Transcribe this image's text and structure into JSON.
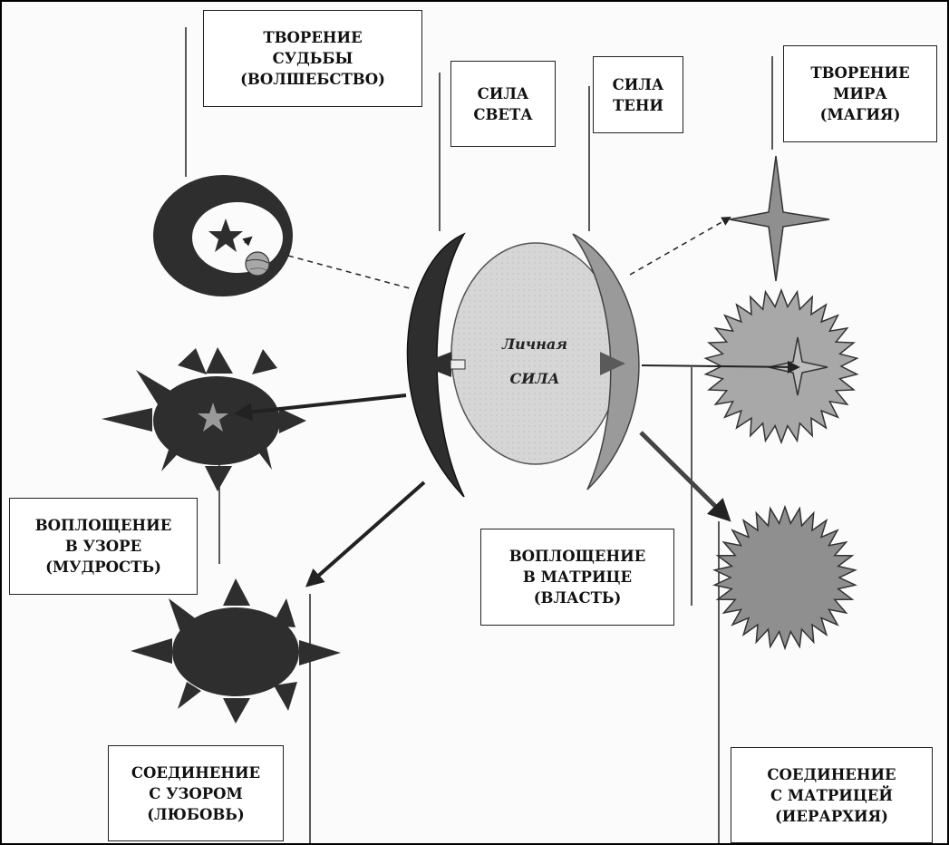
{
  "diagram": {
    "labels": {
      "destiny_creation": "ТВОРЕНИЕ\nСУДЬБЫ\n(ВОЛШЕБСТВО)",
      "light_power": "СИЛА\nСВЕТА",
      "shadow_power": "СИЛА\nТЕНИ",
      "world_creation": "ТВОРЕНИЕ\nМИРА\n(МАГИЯ)",
      "pattern_embodiment": "ВОПЛОЩЕНИЕ\nВ УЗОРЕ\n(МУДРОСТЬ)",
      "matrix_embodiment": "ВОПЛОЩЕНИЕ\nВ МАТРИЦЕ\n(ВЛАСТЬ)",
      "pattern_union": "СОЕДИНЕНИЕ\nС УЗОРОМ\n(ЛЮБОВЬ)",
      "matrix_union": "СОЕДИНЕНИЕ\nС МАТРИЦЕЙ\n(ИЕРАРХИЯ)"
    },
    "center": {
      "line1": "Личная",
      "line2": "СИЛА"
    }
  },
  "colors": {
    "dark": "#2e2e2e",
    "mid": "#8f8f8f",
    "light": "#dadada",
    "line": "#222222"
  }
}
